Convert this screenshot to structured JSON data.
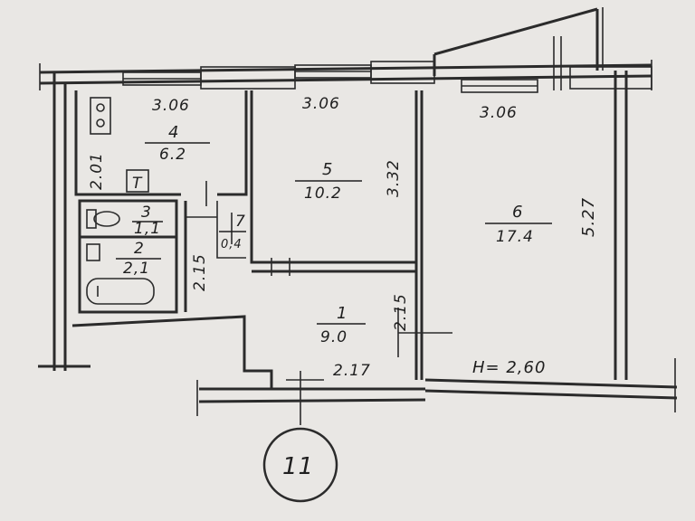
{
  "rooms": [
    {
      "id": "1",
      "area": "9.0"
    },
    {
      "id": "2",
      "area": "2,1"
    },
    {
      "id": "3",
      "area": "1,1"
    },
    {
      "id": "4",
      "area": "6.2"
    },
    {
      "id": "5",
      "area": "10.2"
    },
    {
      "id": "6",
      "area": "17.4"
    },
    {
      "id": "7",
      "area": "0,4"
    }
  ],
  "dimensions": {
    "room4_width": "3.06",
    "room5_width": "3.06",
    "room6_width": "3.06",
    "room4_height": "2.01",
    "room5_height": "3.32",
    "room6_height": "5.27",
    "bath_height": "2.15",
    "hall_height": "2.15",
    "hall_width": "2.17"
  },
  "ceiling_height": "H= 2,60",
  "circle_label": "11",
  "stove_label": "T"
}
